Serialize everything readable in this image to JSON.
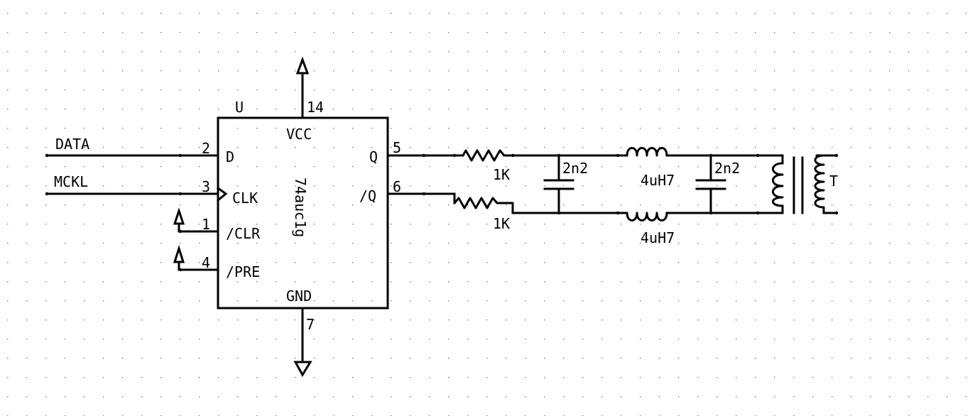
{
  "chip": {
    "refdes": "U",
    "part": "74auc1g",
    "vcc_label": "VCC",
    "gnd_label": "GND",
    "vcc_pin": "14",
    "gnd_pin": "7",
    "pins": [
      {
        "num": "2",
        "name": "D"
      },
      {
        "num": "3",
        "name": "CLK"
      },
      {
        "num": "1",
        "name": "/CLR"
      },
      {
        "num": "4",
        "name": "/PRE"
      },
      {
        "num": "5",
        "name": "Q"
      },
      {
        "num": "6",
        "name": "/Q"
      }
    ]
  },
  "nets": {
    "data": "DATA",
    "mckl": "MCKL"
  },
  "parts": {
    "r1": "1K",
    "r2": "1K",
    "c1": "2n2",
    "c2": "2n2",
    "l1": "4uH7",
    "l2": "4uH7",
    "transformer": "T"
  },
  "colors": {
    "background": "#ffffff",
    "wire": "#000000",
    "grid_dot": "#777777"
  }
}
